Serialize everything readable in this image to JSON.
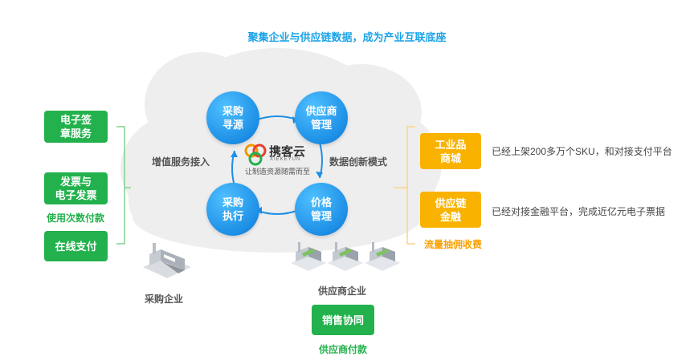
{
  "headline": "聚集企业与供应链数据，成为产业互联底座",
  "cloud": {
    "left_label": "增值服务接入",
    "right_label": "数据创新模式"
  },
  "logo": {
    "name": "携客云",
    "pinyin": "XIEKEYUN",
    "slogan": "让制造资源随需而至"
  },
  "cycle": [
    {
      "label": "采购\n寻源"
    },
    {
      "label": "供应商\n管理"
    },
    {
      "label": "价格\n管理"
    },
    {
      "label": "采购\n执行"
    }
  ],
  "left_services": [
    {
      "label": "电子签\n章服务"
    },
    {
      "label": "发票与\n电子发票"
    },
    {
      "label": "在线支付"
    }
  ],
  "left_note": "使用次数付款",
  "right_services": [
    {
      "label": "工业品\n商城",
      "desc": "已经上架200多万个SKU，和对接支付平台"
    },
    {
      "label": "供应链\n金融",
      "desc": "已经对接金融平台，完成近亿元电子票据"
    }
  ],
  "right_note": "流量抽佣收费",
  "buyer_label": "采购企业",
  "supplier_label": "供应商企业",
  "sales_button": "销售协同",
  "supplier_note": "供应商付款",
  "colors": {
    "accent_blue": "#1aa3e8",
    "green": "#22b14c",
    "orange": "#f9b200",
    "cloud": "#eeeeee"
  }
}
